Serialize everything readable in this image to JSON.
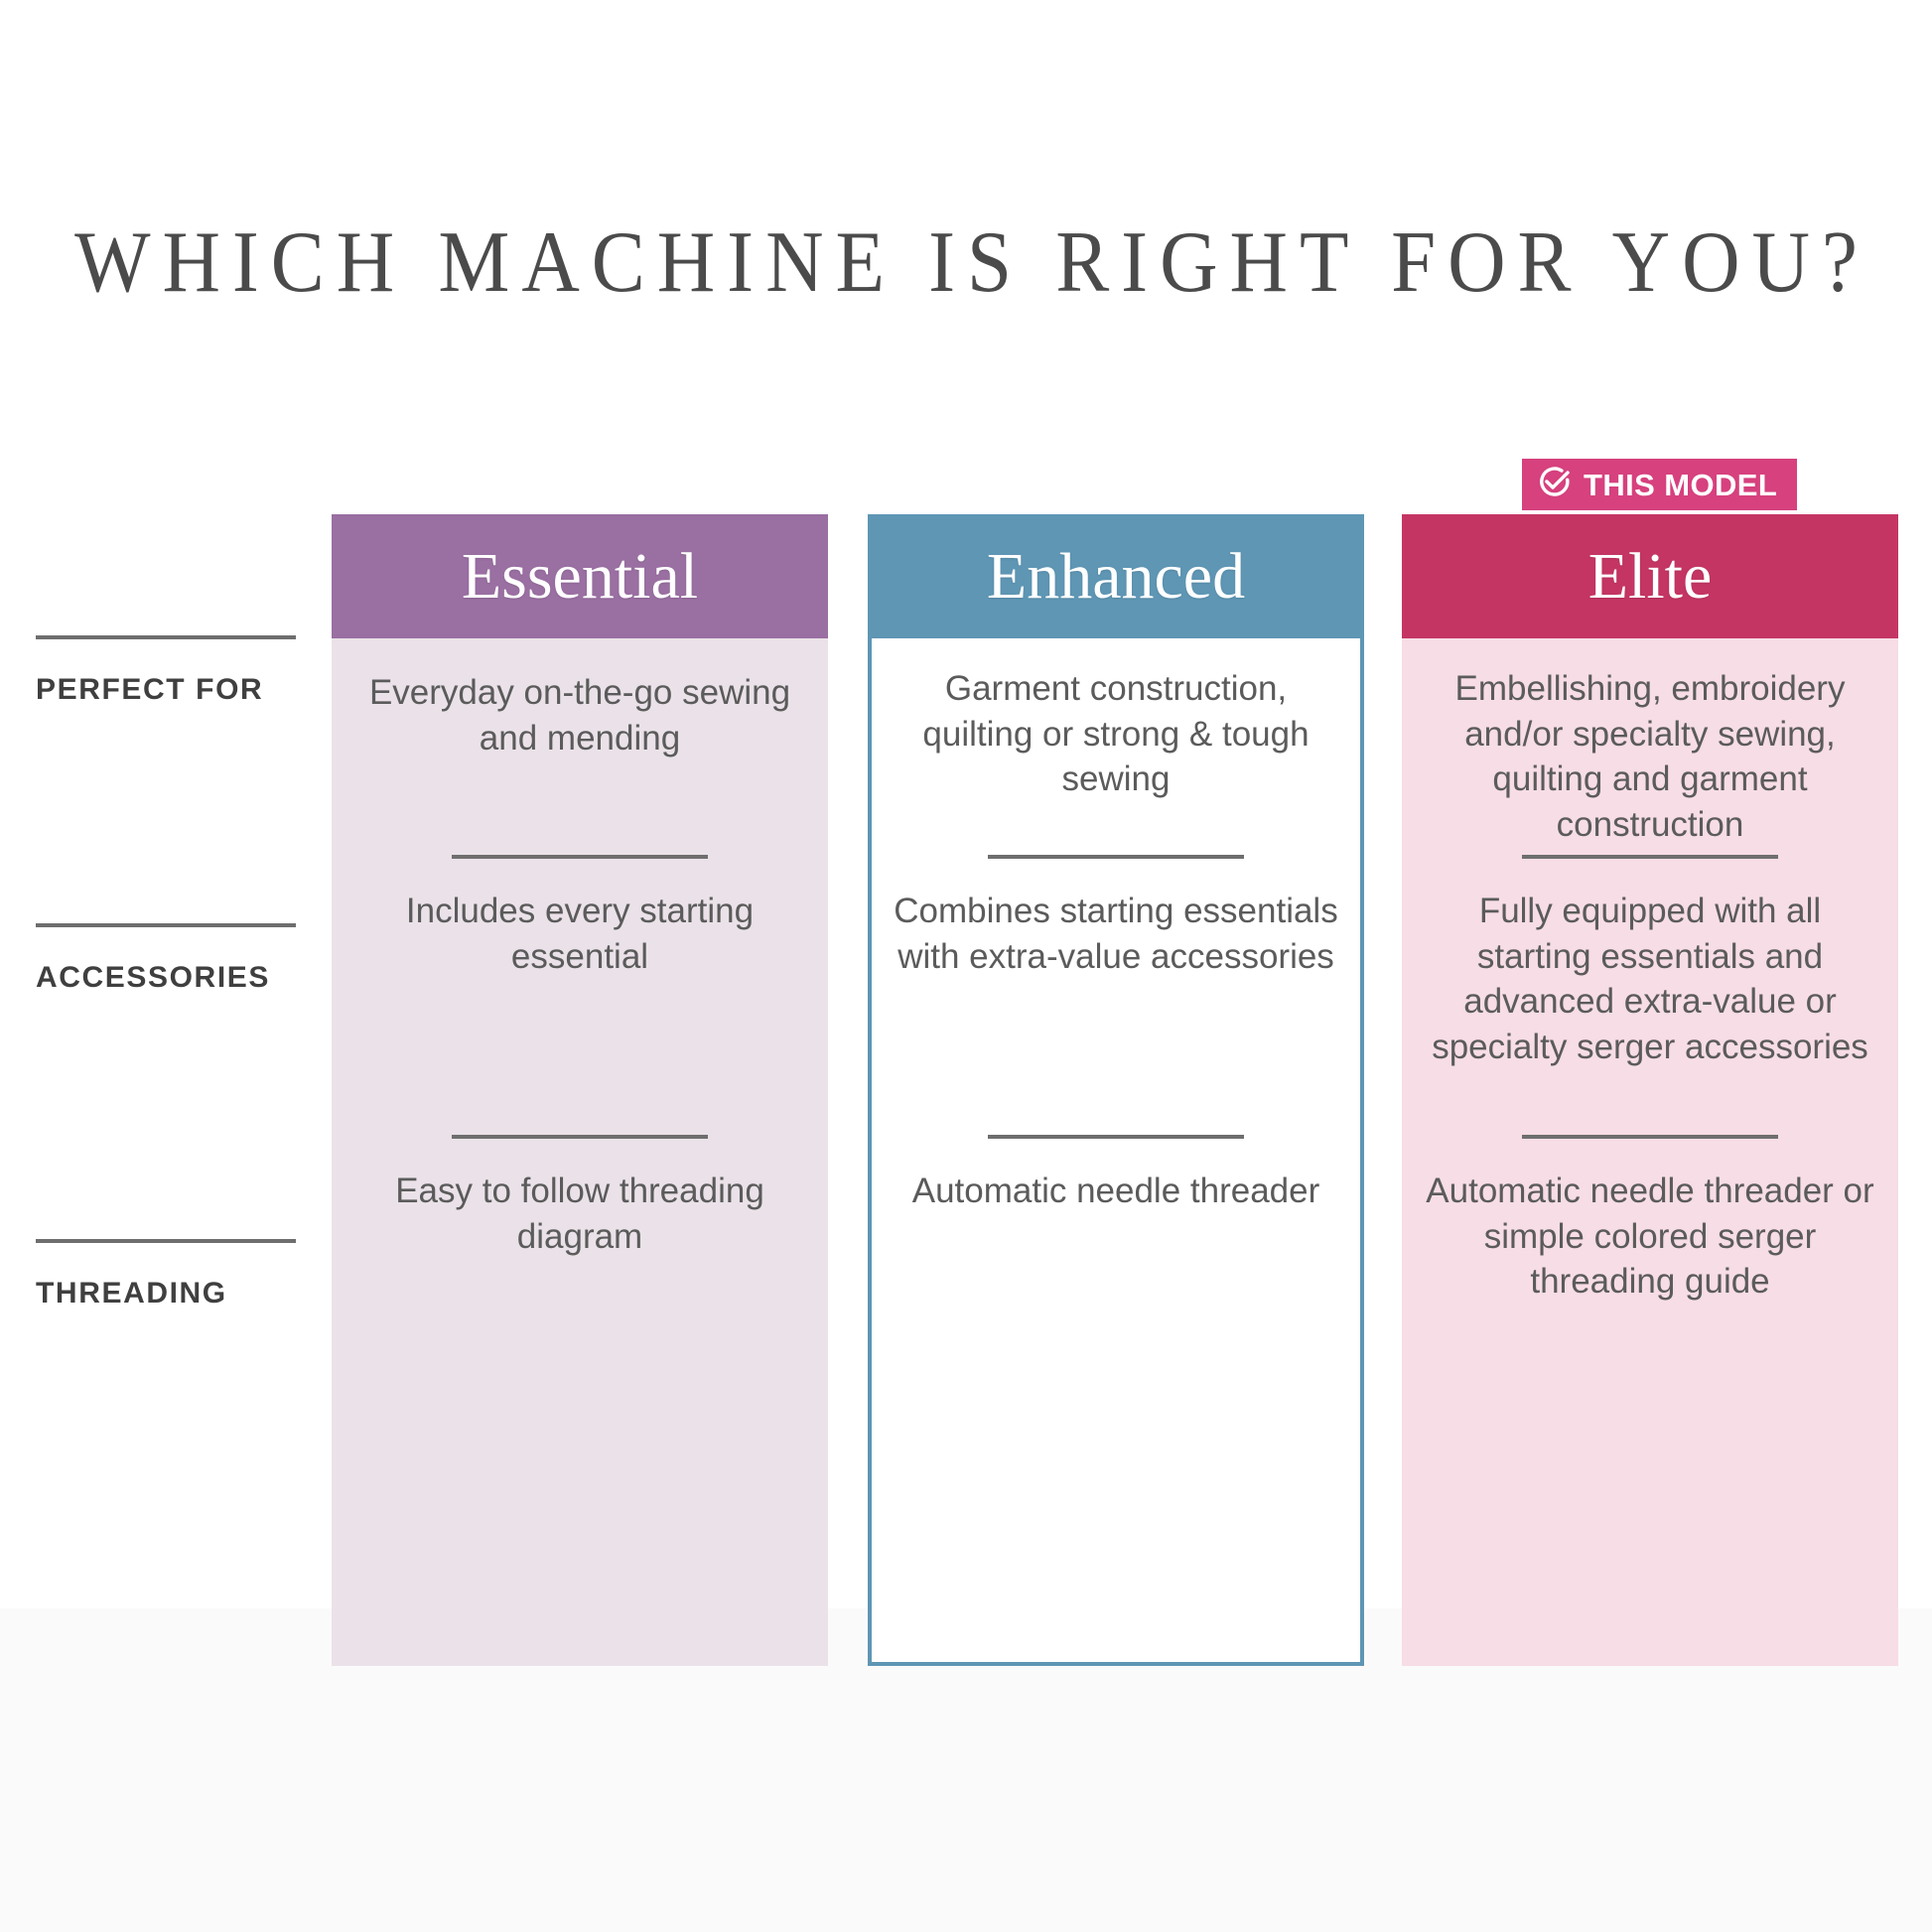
{
  "page": {
    "title": "WHICH MACHINE IS RIGHT FOR YOU?"
  },
  "badge": {
    "label": "THIS MODEL",
    "icon": "check-circle-icon",
    "color": "#d6417e"
  },
  "row_labels": [
    {
      "key": "perfect_for",
      "label": "PERFECT FOR"
    },
    {
      "key": "accessories",
      "label": "ACCESSORIES"
    },
    {
      "key": "threading",
      "label": "THREADING"
    }
  ],
  "columns": [
    {
      "key": "essential",
      "name": "Essential",
      "header_color": "#9a6fa2",
      "body_color": "#eae2e8",
      "highlighted": false,
      "cells": {
        "perfect_for": "Everyday on-the-go sewing and mending",
        "accessories": "Includes every starting essential",
        "threading": "Easy to follow threading diagram"
      }
    },
    {
      "key": "enhanced",
      "name": "Enhanced",
      "header_color": "#5e96b4",
      "body_color": "#ffffff",
      "highlighted": false,
      "cells": {
        "perfect_for": "Garment construction, quilting or strong & tough sewing",
        "accessories": "Combines starting essentials with extra-value accessories",
        "threading": "Automatic needle threader"
      }
    },
    {
      "key": "elite",
      "name": "Elite",
      "header_color": "#c43563",
      "body_color": "#f7dde5",
      "highlighted": true,
      "cells": {
        "perfect_for": "Embellishing, embroidery and/or specialty sewing, quilting and garment construction",
        "accessories": "Fully equipped with all starting essentials and advanced extra-value or specialty serger accessories",
        "threading": "Automatic needle threader or simple colored serger threading guide"
      }
    }
  ]
}
